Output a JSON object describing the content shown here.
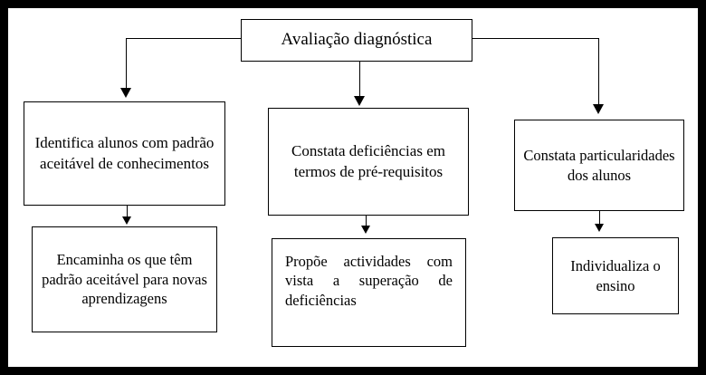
{
  "diagram": {
    "type": "flowchart",
    "title_node": {
      "id": "avaliacao-diagnostica",
      "label": "Avaliação diagnóstica"
    },
    "level2": [
      {
        "id": "identifica-alunos",
        "label": "Identifica alunos com padrão aceitável de conhecimentos"
      },
      {
        "id": "constata-deficiencias",
        "label": "Constata deficiências em termos de pré-requisitos"
      },
      {
        "id": "constata-particularidades",
        "label": "Constata particularidades dos alunos"
      }
    ],
    "level3": [
      {
        "id": "encaminha-os-que",
        "label": "Encaminha os que têm padrão aceitável para novas aprendizagens"
      },
      {
        "id": "propoe-actividades",
        "label": "Propõe actividades com vista a superação de deficiências"
      },
      {
        "id": "individualiza-ensino",
        "label": "Individualiza o ensino"
      }
    ],
    "connectors": [
      {
        "id": "branch-left",
        "from": "avaliacao-diagnostica",
        "to": "identifica-alunos"
      },
      {
        "id": "branch-center",
        "from": "avaliacao-diagnostica",
        "to": "constata-deficiencias"
      },
      {
        "id": "branch-right",
        "from": "avaliacao-diagnostica",
        "to": "constata-particularidades"
      },
      {
        "id": "drop-left",
        "from": "identifica-alunos",
        "to": "encaminha-os-que"
      },
      {
        "id": "drop-center",
        "from": "constata-deficiencias",
        "to": "propoe-actividades"
      },
      {
        "id": "drop-right",
        "from": "constata-particularidades",
        "to": "individualiza-ensino"
      }
    ],
    "colors": {
      "background": "#ffffff",
      "stroke": "#000000",
      "text": "#000000",
      "frame": "#000000"
    }
  }
}
